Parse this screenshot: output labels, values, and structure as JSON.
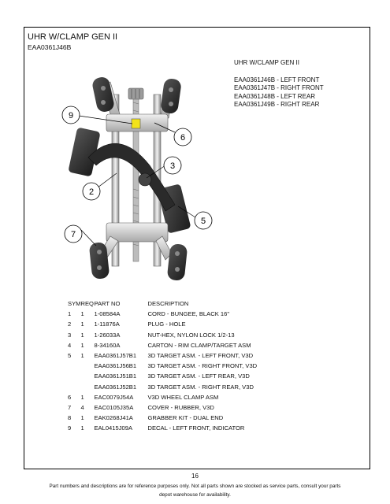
{
  "header": {
    "title": "UHR W/CLAMP GEN II",
    "part_number": "EAA0361J46B"
  },
  "info_block": {
    "title": "UHR W/CLAMP GEN II",
    "variants": [
      "EAA0361J46B - LEFT FRONT",
      "EAA0361J47B - RIGHT FRONT",
      "EAA0361J48B - LEFT REAR",
      "EAA0361J49B - RIGHT REAR"
    ]
  },
  "callouts": [
    "9",
    "6",
    "3",
    "2",
    "5",
    "7"
  ],
  "parts_table": {
    "headers": [
      "SYM",
      "REQ",
      "PART NO",
      "DESCRIPTION"
    ],
    "rows": [
      [
        "1",
        "1",
        "1-08584A",
        "CORD - BUNGEE, BLACK 16\""
      ],
      [
        "2",
        "1",
        "1-11876A",
        "PLUG - HOLE"
      ],
      [
        "3",
        "1",
        "1-26033A",
        "NUT-HEX, NYLON LOCK 1/2-13"
      ],
      [
        "4",
        "1",
        "8-34160A",
        "CARTON - RIM CLAMP/TARGET ASM"
      ],
      [
        "5",
        "1",
        "EAA0361J57B1",
        "3D TARGET ASM. - LEFT FRONT, V3D"
      ],
      [
        "",
        "",
        "EAA0361J56B1",
        "3D TARGET ASM. - RIGHT FRONT, V3D"
      ],
      [
        "",
        "",
        "EAA0361J51B1",
        "3D TARGET ASM. - LEFT REAR, V3D"
      ],
      [
        "",
        "",
        "EAA0361J52B1",
        "3D TARGET ASM. - RIGHT REAR, V3D"
      ],
      [
        "6",
        "1",
        "EAC0079J54A",
        "V3D WHEEL CLAMP ASM"
      ],
      [
        "7",
        "4",
        "EAC0105J35A",
        "COVER - RUBBER, V3D"
      ],
      [
        "8",
        "1",
        "EAK0268J41A",
        "GRABBER KIT - DUAL END"
      ],
      [
        "9",
        "1",
        "EAL0415J09A",
        "DECAL - LEFT FRONT, INDICATOR"
      ]
    ]
  },
  "page_number": "16",
  "footer": {
    "line1": "Part numbers and descriptions are for reference purposes only.  Not all parts shown are stocked as service parts, consult your parts",
    "line2": "depot warehouse for availability."
  }
}
